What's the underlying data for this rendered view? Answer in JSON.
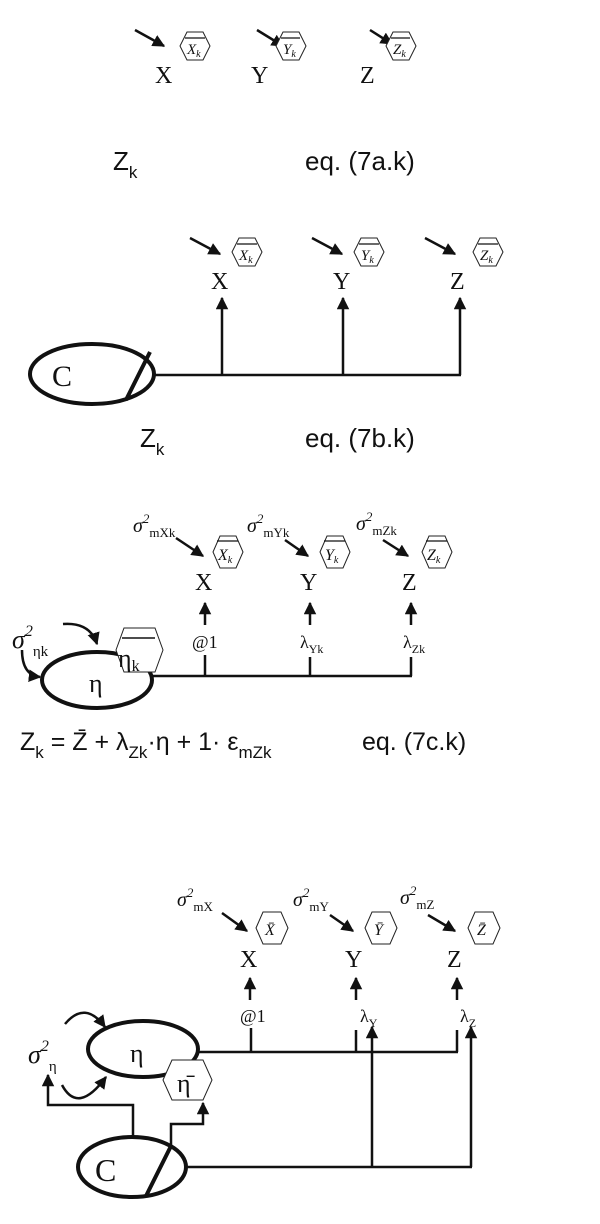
{
  "panel_a": {
    "variables": [
      {
        "name": "X",
        "mean": "X",
        "mean_sub": "k"
      },
      {
        "name": "Y",
        "mean": "Y",
        "mean_sub": "k"
      },
      {
        "name": "Z",
        "mean": "Z",
        "mean_sub": "k"
      }
    ],
    "lhs": "Z",
    "lhs_sub": "k",
    "eq_label": "eq. (7a.k)"
  },
  "panel_b": {
    "variables": [
      {
        "name": "X",
        "mean": "X",
        "mean_sub": "k"
      },
      {
        "name": "Y",
        "mean": "Y",
        "mean_sub": "k"
      },
      {
        "name": "Z",
        "mean": "Z",
        "mean_sub": "k"
      }
    ],
    "class_node": "C",
    "lhs": "Z",
    "lhs_sub": "k",
    "eq_label": "eq. (7b.k)"
  },
  "panel_c": {
    "variables": [
      {
        "name": "X",
        "mean": "X",
        "mean_sub": "k",
        "error": "σ",
        "error_sup": "2",
        "error_sub": "mXk",
        "loading": "@1",
        "loading_sub": ""
      },
      {
        "name": "Y",
        "mean": "Y",
        "mean_sub": "k",
        "error": "σ",
        "error_sup": "2",
        "error_sub": "mYk",
        "loading": "λ",
        "loading_sub": "Yk"
      },
      {
        "name": "Z",
        "mean": "Z",
        "mean_sub": "k",
        "error": "σ",
        "error_sup": "2",
        "error_sub": "mZk",
        "loading": "λ",
        "loading_sub": "Zk"
      }
    ],
    "latent": "η",
    "latent_mean": "η",
    "latent_mean_sub": "k",
    "latent_var": "σ",
    "latent_var_sup": "2",
    "latent_var_sub": "ηk",
    "equation": {
      "p1": "Z",
      "p1_sub": "k",
      "p2": " = Z̄ + λ",
      "p2_sub": "Zk",
      "p3": "·η + 1· ε",
      "p3_sub": "mZk"
    },
    "eq_label": "eq. (7c.k)"
  },
  "panel_d": {
    "variables": [
      {
        "name": "X",
        "mean": "X̄",
        "error": "σ",
        "error_sup": "2",
        "error_sub": "mX",
        "loading": "@1",
        "loading_sub": ""
      },
      {
        "name": "Y",
        "mean": "Ȳ",
        "error": "σ",
        "error_sup": "2",
        "error_sub": "mY",
        "loading": "λ",
        "loading_sub": "Y"
      },
      {
        "name": "Z",
        "mean": "Z̄",
        "error": "σ",
        "error_sup": "2",
        "error_sub": "mZ",
        "loading": "λ",
        "loading_sub": "Z"
      }
    ],
    "latent": "η",
    "latent_mean": "η̄",
    "latent_var": "σ",
    "latent_var_sup": "2",
    "latent_var_sub": "η",
    "class_node": "C"
  }
}
